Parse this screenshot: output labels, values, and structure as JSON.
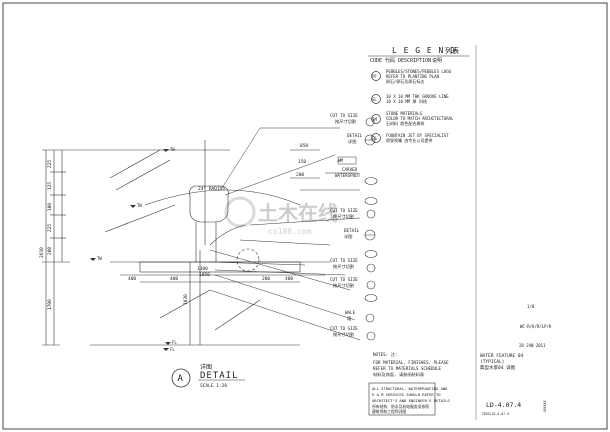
{
  "legend": {
    "title": "L E G E N D",
    "title_cn": "列表",
    "col_code": "CODE",
    "col_code_cn": "代码",
    "col_desc": "DESCRIPTION",
    "col_desc_cn": "说明",
    "items": [
      {
        "code": "PF",
        "lines": [
          "PEBBLES/STONES/PEBBLES LOGO",
          "REFER TO PLANTING PLAN",
          "卵石/卵石及卵石标志"
        ]
      },
      {
        "code": "GL",
        "lines": [
          "10 X 10 MM THK GROOVE LINE",
          "10 X 10 MM 厚 凹线"
        ]
      },
      {
        "code": "SM",
        "lines": [
          "STONE MATERIALS",
          "COLOR TO MATCH ARCHITECTURAL",
          "石材料 颜色配合建筑"
        ]
      },
      {
        "code": "FS",
        "lines": [
          "FOUNTAIN JET BY SPECIALIST",
          "喷泉喷嘴 由专业公司提供"
        ]
      }
    ]
  },
  "callouts": [
    {
      "text": "CUT TO SIZE",
      "sub": "按尺寸切割"
    },
    {
      "text": "DETAIL",
      "sub": "详图"
    },
    {
      "text": "WM",
      "sub": ""
    },
    {
      "text": "CARVED",
      "sub": "WATERSPOUT"
    },
    {
      "text": "CUT TO SIZE",
      "sub": "按尺寸切割"
    },
    {
      "text": "DETAIL",
      "sub": "详图"
    },
    {
      "text": "CUT TO SIZE",
      "sub": "按尺寸切割"
    },
    {
      "text": "CUT TO SIZE",
      "sub": "按尺寸切割"
    },
    {
      "text": "WALE",
      "sub": "墙"
    },
    {
      "text": "CUT TO SIZE",
      "sub": "按尺寸切割"
    }
  ],
  "dims": {
    "top_w": "850",
    "h_label": "1300",
    "w_label": "1050",
    "bottom_row": [
      "400",
      "400",
      "200",
      "400"
    ],
    "left_stack": [
      "225",
      "125",
      "100",
      "225",
      "200"
    ],
    "total_left": "2650",
    "lower_left": "1700",
    "middle_left": "1030",
    "radius": "24\" RADIUS",
    "dim_150": "150",
    "dim_200": "200"
  },
  "levels": [
    "TW",
    "TW",
    "TW",
    "FL",
    "FL"
  ],
  "detail": {
    "marker": "A",
    "cn": "详图",
    "title": "DETAIL",
    "scale": "SCALE 1:20"
  },
  "notes": {
    "title": "NOTES: 注:",
    "lines": [
      "FOR MATERIAL, FINISHES, PLEASE",
      "REFER TO MATERIALS SCHEDULE",
      "材料及饰面, 请参阅材料表"
    ],
    "box_lines": [
      "ALL STRUCTURAL, WATERPROOFING AND",
      "E & M SERVICES SHOULD REFER TO",
      "ARCHITECT'S AND ENGINEER'S DETAILS",
      "所有结构、防水及机电服务须参照",
      "建筑师和工程师详图"
    ]
  },
  "title_block": {
    "title": "WATER FEATURE 04",
    "typical": "(TYPICAL)",
    "cn": "典型水景04 详图",
    "drawing_no": "LD-4.07.4",
    "rev": "1/0",
    "project": "WC-R/K/R/LP/R",
    "date": "28 JAN 2011",
    "ref": "IDSG/LD-4.07.4",
    "code": "XXXXXX"
  },
  "watermark": {
    "cn": "土木在线",
    "en": "co188.com"
  }
}
